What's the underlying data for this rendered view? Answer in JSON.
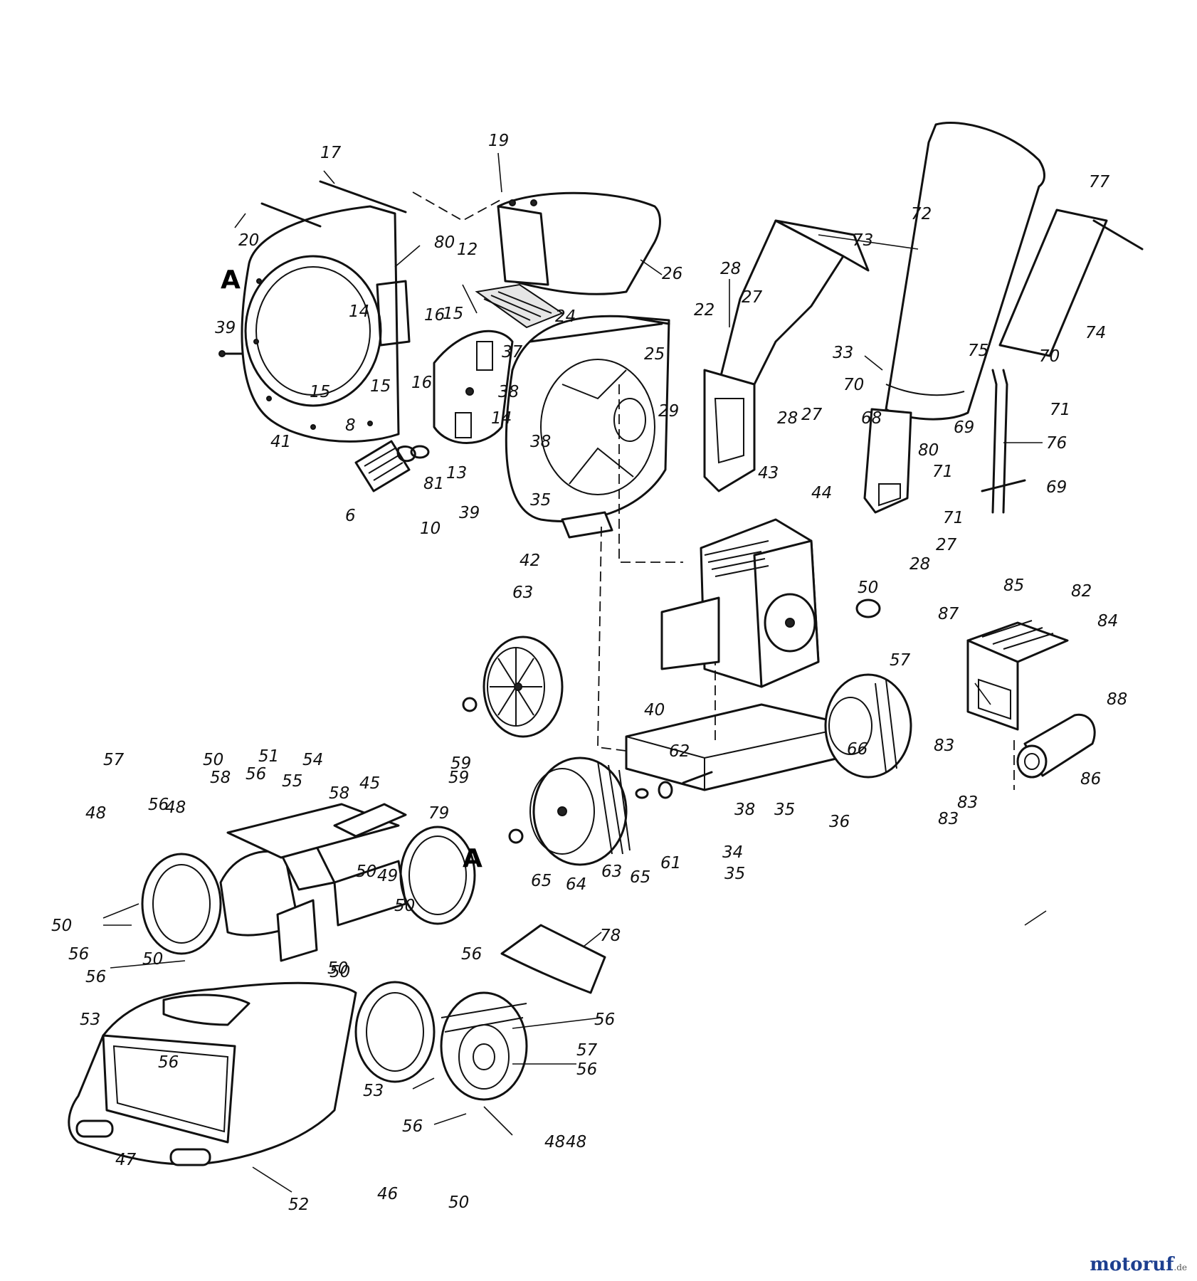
{
  "diagram": {
    "section_marks": [
      "A",
      "A"
    ],
    "part_labels": [
      "6",
      "8",
      "10",
      "12",
      "13",
      "14",
      "14",
      "15",
      "15",
      "15",
      "16",
      "16",
      "17",
      "19",
      "20",
      "22",
      "24",
      "25",
      "26",
      "27",
      "27",
      "27",
      "28",
      "28",
      "28",
      "29",
      "33",
      "34",
      "35",
      "35",
      "35",
      "36",
      "37",
      "38",
      "38",
      "38",
      "39",
      "39",
      "40",
      "41",
      "42",
      "43",
      "44",
      "45",
      "46",
      "47",
      "48",
      "48",
      "48",
      "48",
      "49",
      "50",
      "50",
      "50",
      "50",
      "50",
      "50",
      "50",
      "50",
      "50",
      "51",
      "52",
      "53",
      "53",
      "54",
      "55",
      "56",
      "56",
      "56",
      "56",
      "56",
      "56",
      "56",
      "56",
      "56",
      "57",
      "57",
      "57",
      "58",
      "58",
      "59",
      "59",
      "61",
      "62",
      "63",
      "63",
      "64",
      "65",
      "65",
      "66",
      "68",
      "69",
      "69",
      "70",
      "70",
      "71",
      "71",
      "71",
      "72",
      "73",
      "74",
      "75",
      "76",
      "77",
      "78",
      "79",
      "80",
      "80",
      "81",
      "82",
      "83",
      "83",
      "83",
      "84",
      "85",
      "86",
      "87",
      "88"
    ]
  },
  "watermark": {
    "brand_main": "motoruf",
    "brand_accent": "f",
    "brand_suffix": ".de"
  }
}
